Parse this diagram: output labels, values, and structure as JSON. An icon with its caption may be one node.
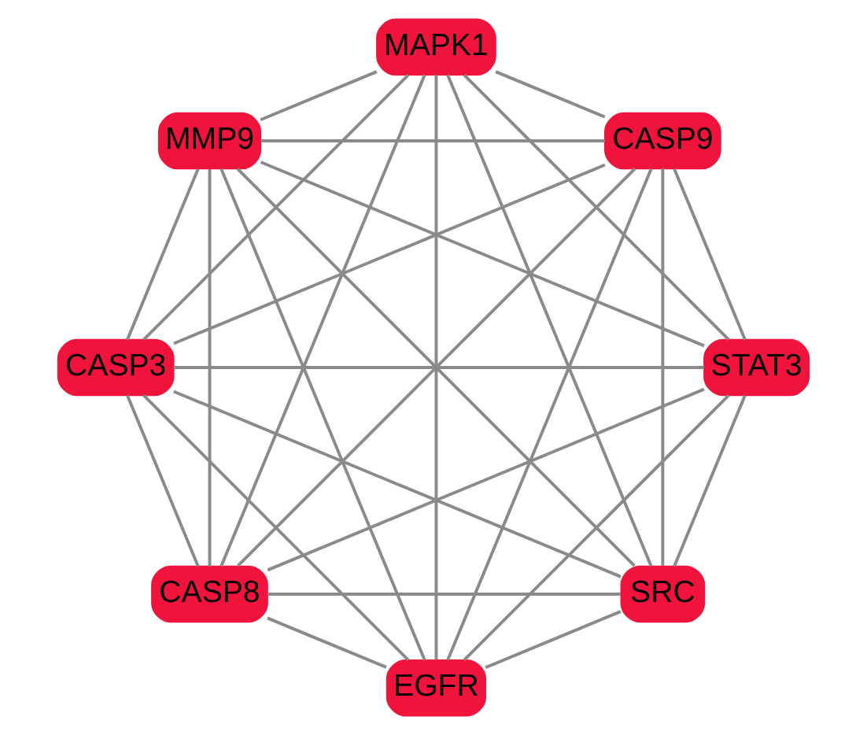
{
  "diagram": {
    "nodes": [
      {
        "text": [
          "SRC"
        ]
      },
      {
        "text": [
          "STAT3"
        ]
      },
      {
        "text": [
          "CASP8"
        ]
      },
      {
        "text": [
          "CASP3"
        ]
      },
      {
        "text": [
          "MMP9"
        ]
      },
      {
        "text": [
          "MAPK1"
        ]
      },
      {
        "text": [
          "CASP9"
        ]
      },
      {
        "text": [
          "EGFR"
        ]
      }
    ],
    "edges": [
      {
        "from": 0,
        "to": 1,
        "arrow": "none"
      },
      {
        "from": 1,
        "to": 3,
        "arrow": "none"
      },
      {
        "from": 3,
        "to": 5,
        "arrow": "none"
      },
      {
        "from": 5,
        "to": 7,
        "arrow": "none"
      },
      {
        "from": 7,
        "to": 6,
        "arrow": "none"
      },
      {
        "from": 6,
        "to": 4,
        "arrow": "none"
      },
      {
        "from": 4,
        "to": 2,
        "arrow": "none"
      },
      {
        "from": 2,
        "to": 0,
        "arrow": "none"
      },
      {
        "from": 0,
        "to": 3,
        "arrow": "none"
      },
      {
        "from": 0,
        "to": 4,
        "arrow": "none"
      },
      {
        "from": 0,
        "to": 5,
        "arrow": "none"
      },
      {
        "from": 0,
        "to": 6,
        "arrow": "none"
      },
      {
        "from": 0,
        "to": 7,
        "arrow": "none"
      },
      {
        "from": 1,
        "to": 2,
        "arrow": "none"
      },
      {
        "from": 1,
        "to": 4,
        "arrow": "none"
      },
      {
        "from": 1,
        "to": 5,
        "arrow": "none"
      },
      {
        "from": 1,
        "to": 6,
        "arrow": "none"
      },
      {
        "from": 1,
        "to": 7,
        "arrow": "none"
      },
      {
        "from": 2,
        "to": 3,
        "arrow": "none"
      },
      {
        "from": 2,
        "to": 5,
        "arrow": "none"
      },
      {
        "from": 2,
        "to": 6,
        "arrow": "none"
      },
      {
        "from": 2,
        "to": 7,
        "arrow": "none"
      },
      {
        "from": 3,
        "to": 4,
        "arrow": "none"
      },
      {
        "from": 3,
        "to": 6,
        "arrow": "none"
      },
      {
        "from": 3,
        "to": 7,
        "arrow": "none"
      },
      {
        "from": 4,
        "to": 5,
        "arrow": "none"
      },
      {
        "from": 4,
        "to": 7,
        "arrow": "none"
      },
      {
        "from": 5,
        "to": 6,
        "arrow": "none"
      }
    ]
  }
}
